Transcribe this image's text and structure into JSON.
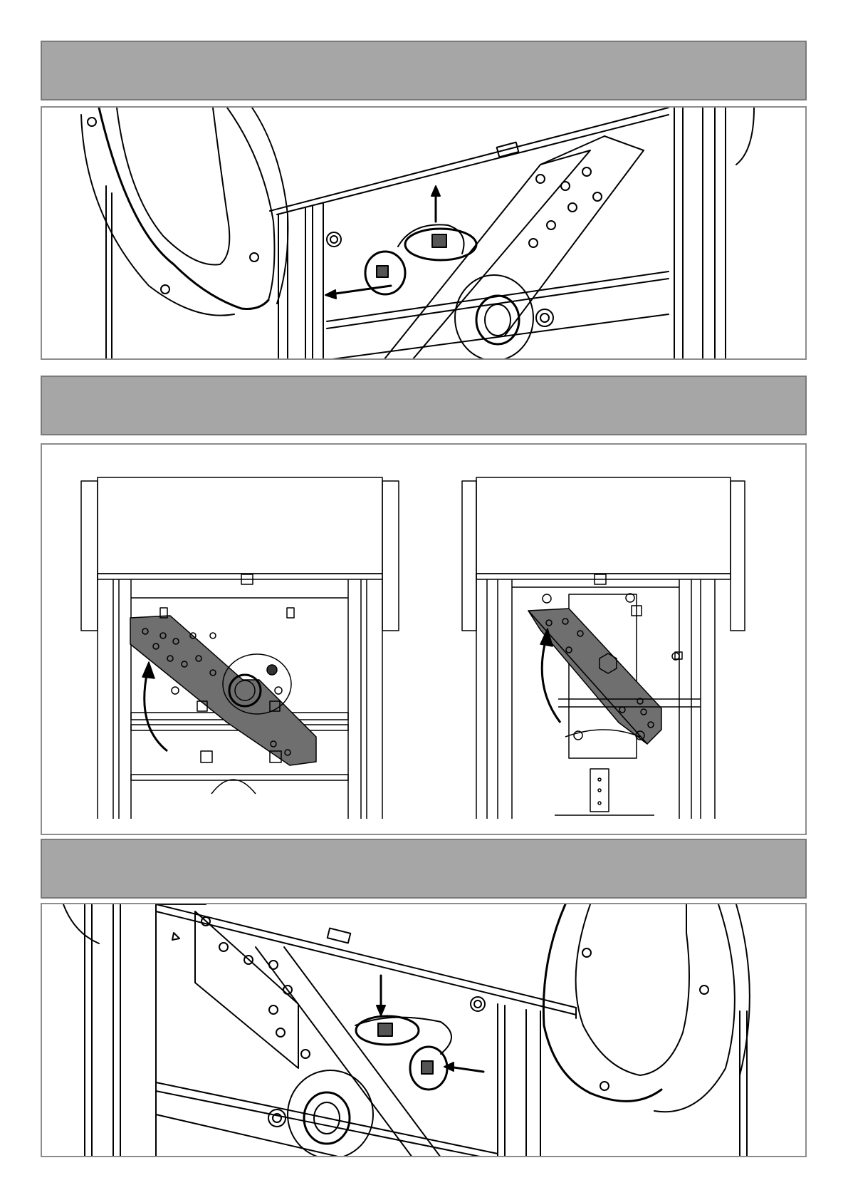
{
  "page": {
    "sections": [
      {
        "header": "",
        "figure": "bearing-removal-step"
      },
      {
        "header": "",
        "figure": "plate-rotation-step"
      },
      {
        "header": "",
        "figure": "bearing-install-step"
      }
    ]
  },
  "colors": {
    "header_band": "#a6a6a6",
    "header_border": "#7a7a7a",
    "plate_fill": "#6f6f6f",
    "line": "#000000"
  }
}
